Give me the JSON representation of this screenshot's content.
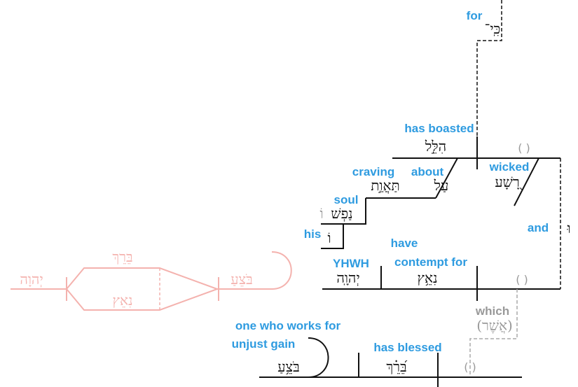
{
  "clause_main": {
    "conj_gloss": "for",
    "conj_hebrew": "כִּֽי־",
    "verb_gloss": "has boasted",
    "verb_hebrew": "הִלֵּ֣ל",
    "subject_gloss": "wicked",
    "subject_hebrew": "רָ֭שָׁע",
    "subject_paren": "( )",
    "prep_gloss": "about",
    "prep_hebrew": "עַל",
    "object_gloss": "craving",
    "object_hebrew": "תַּאֲוַ֣ת",
    "noun_gloss": "soul",
    "noun_hebrew": "נַפְשׁ",
    "noun_suffix_mark": "וֹ",
    "possessor_gloss": "his",
    "possessor_hebrew": "וֹ"
  },
  "coordinator": {
    "gloss": "and",
    "hebrew": "וּ"
  },
  "clause_second": {
    "verb_gloss_line1": "have",
    "verb_gloss_line2": "contempt for",
    "verb_hebrew": "נִאֵ֥ץ",
    "object_gloss": "YHWH",
    "object_hebrew": "יְהוָֽה",
    "subject_paren": "( )"
  },
  "relative": {
    "gloss": "which",
    "hebrew": "(אֲשֶׁר)"
  },
  "clause_relative": {
    "object_gloss_line1": "one who works for",
    "object_gloss_line2": "unjust gain",
    "object_hebrew": "בֹּצֵ֥עַ",
    "verb_gloss": "has blessed",
    "verb_hebrew": "בֵּ֝רֵ֗ךְ",
    "subject_paren": "( )"
  },
  "faint_alternative": {
    "top_hebrew": "בֵּרֵךְ",
    "bottom_hebrew": "נִאֵץ",
    "object_hebrew": "יְהוָה",
    "subject_hebrew": "בֹּצֵעַ"
  }
}
